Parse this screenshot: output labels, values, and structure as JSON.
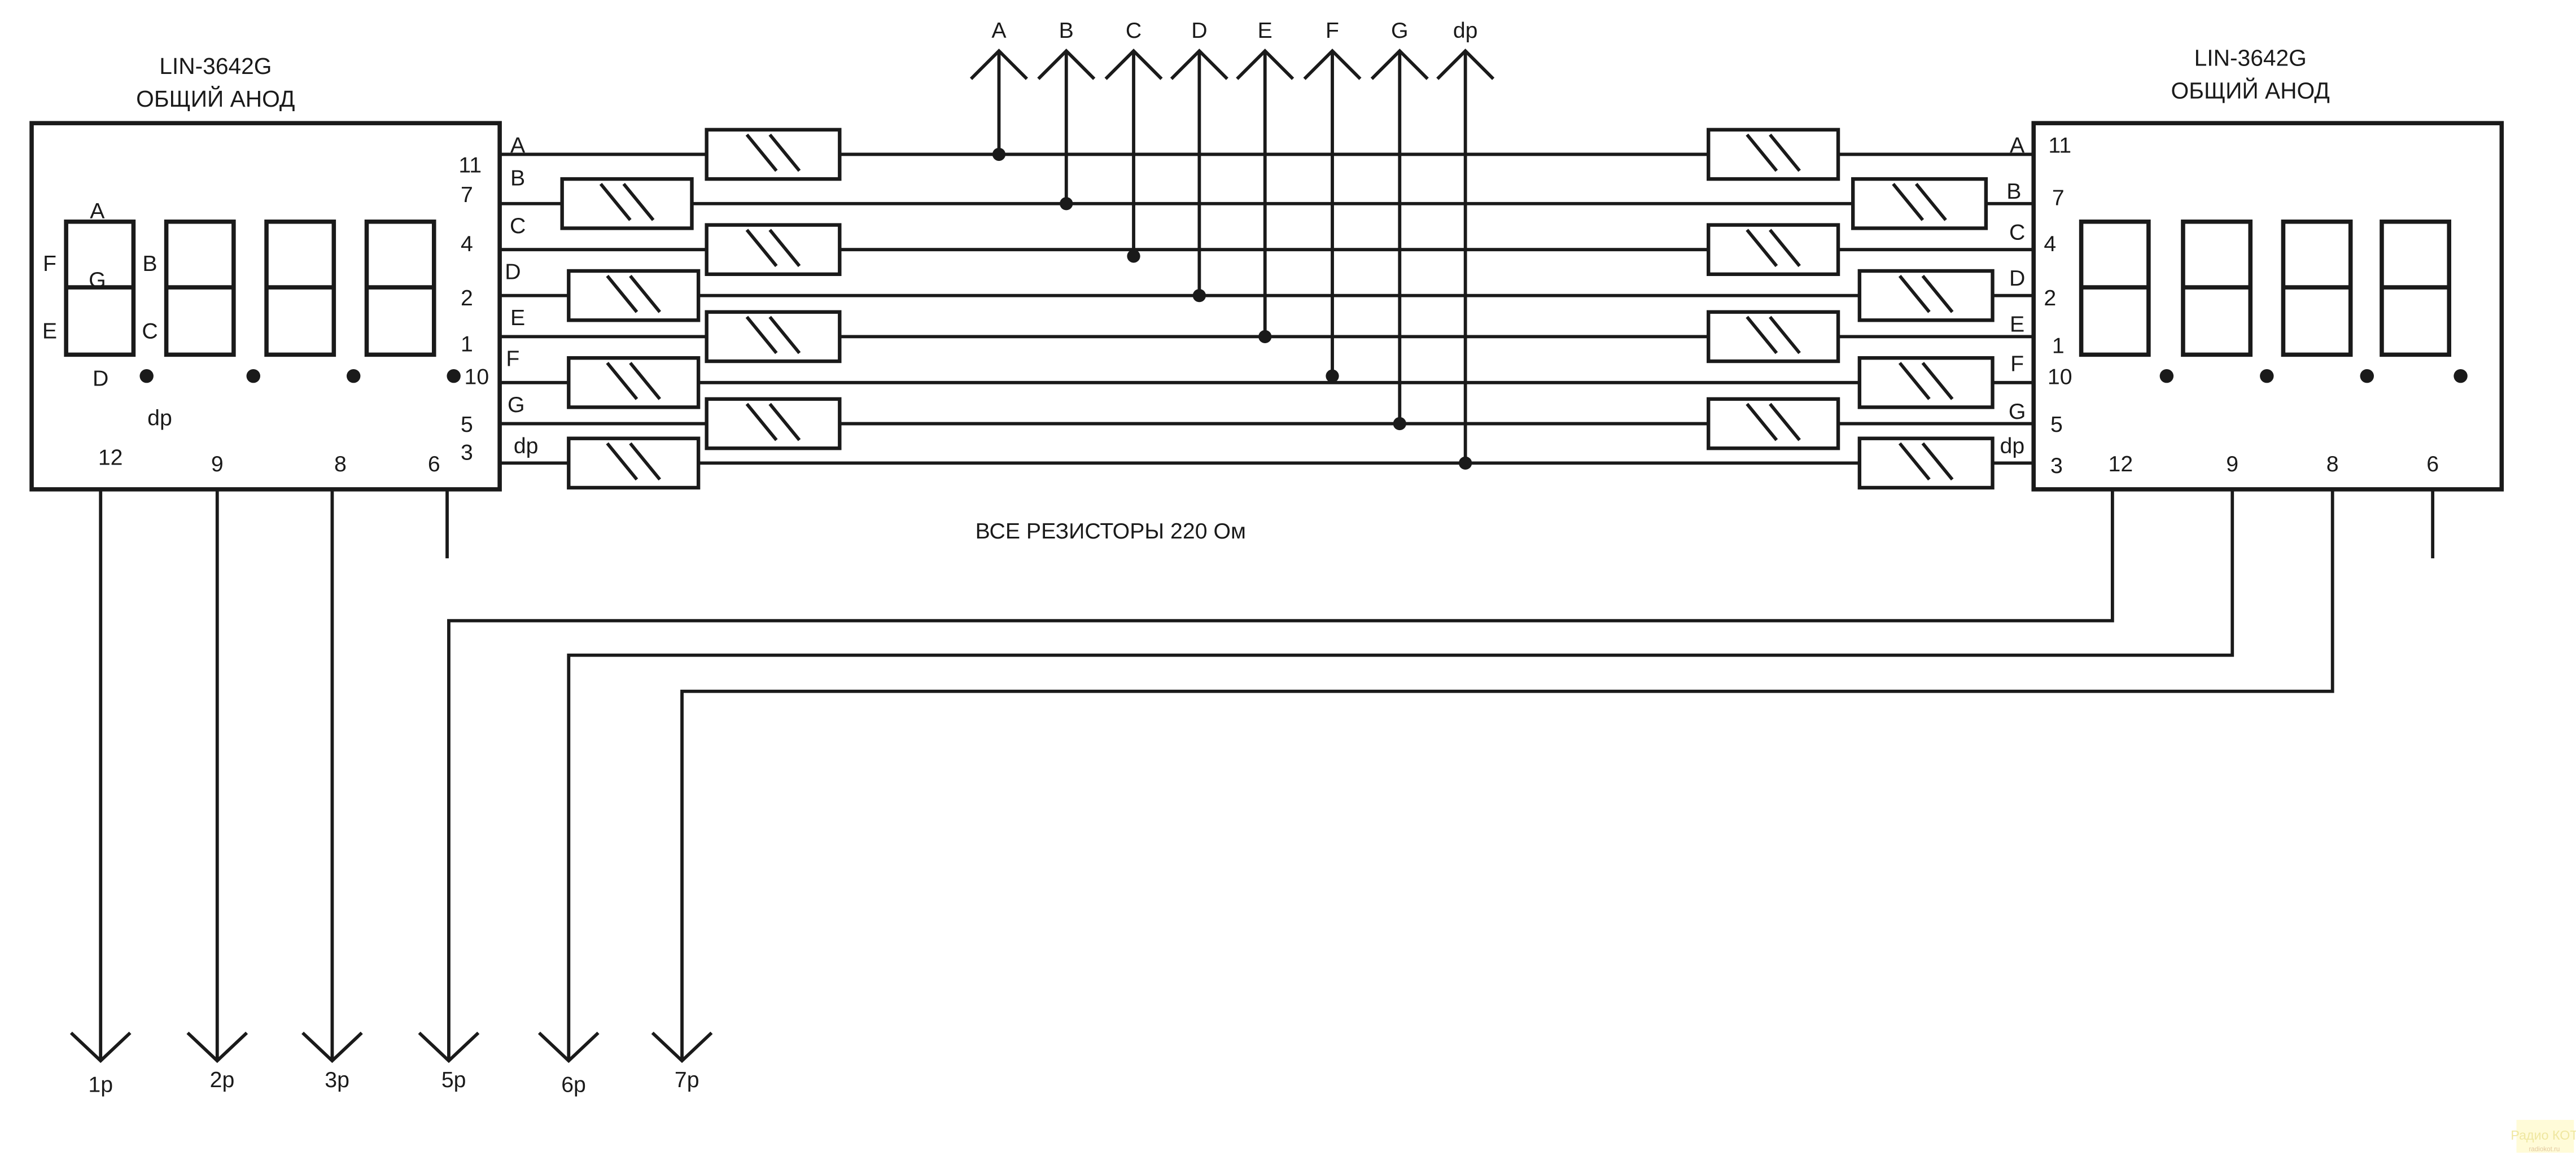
{
  "left_display": {
    "model": "LIN-3642G",
    "type": "ОБЩИЙ АНОД",
    "segment_labels": {
      "A": "A",
      "B": "B",
      "C": "C",
      "D": "D",
      "E": "E",
      "F": "F",
      "G": "G",
      "dp": "dp"
    },
    "side_pins": [
      "11",
      "7",
      "4",
      "2",
      "1",
      "10",
      "5",
      "3"
    ],
    "digit_pins": [
      "12",
      "9",
      "8",
      "6"
    ]
  },
  "right_display": {
    "model": "LIN-3642G",
    "type": "ОБЩИЙ АНОД",
    "side_pins": [
      "11",
      "7",
      "4",
      "2",
      "1",
      "10",
      "5",
      "3"
    ],
    "digit_pins": [
      "12",
      "9",
      "8",
      "6"
    ]
  },
  "segments": [
    "A",
    "B",
    "C",
    "D",
    "E",
    "F",
    "G",
    "dp"
  ],
  "bus_labels": [
    "A",
    "B",
    "C",
    "D",
    "E",
    "F",
    "G",
    "dp"
  ],
  "resistor_note": "ВСЕ РЕЗИСТОРЫ 220 Ом",
  "digit_outputs": [
    "1р",
    "2р",
    "3р",
    "5р",
    "6р",
    "7р"
  ],
  "watermark": {
    "logo": "Радио КОТ",
    "url": "radiokot.ru"
  }
}
